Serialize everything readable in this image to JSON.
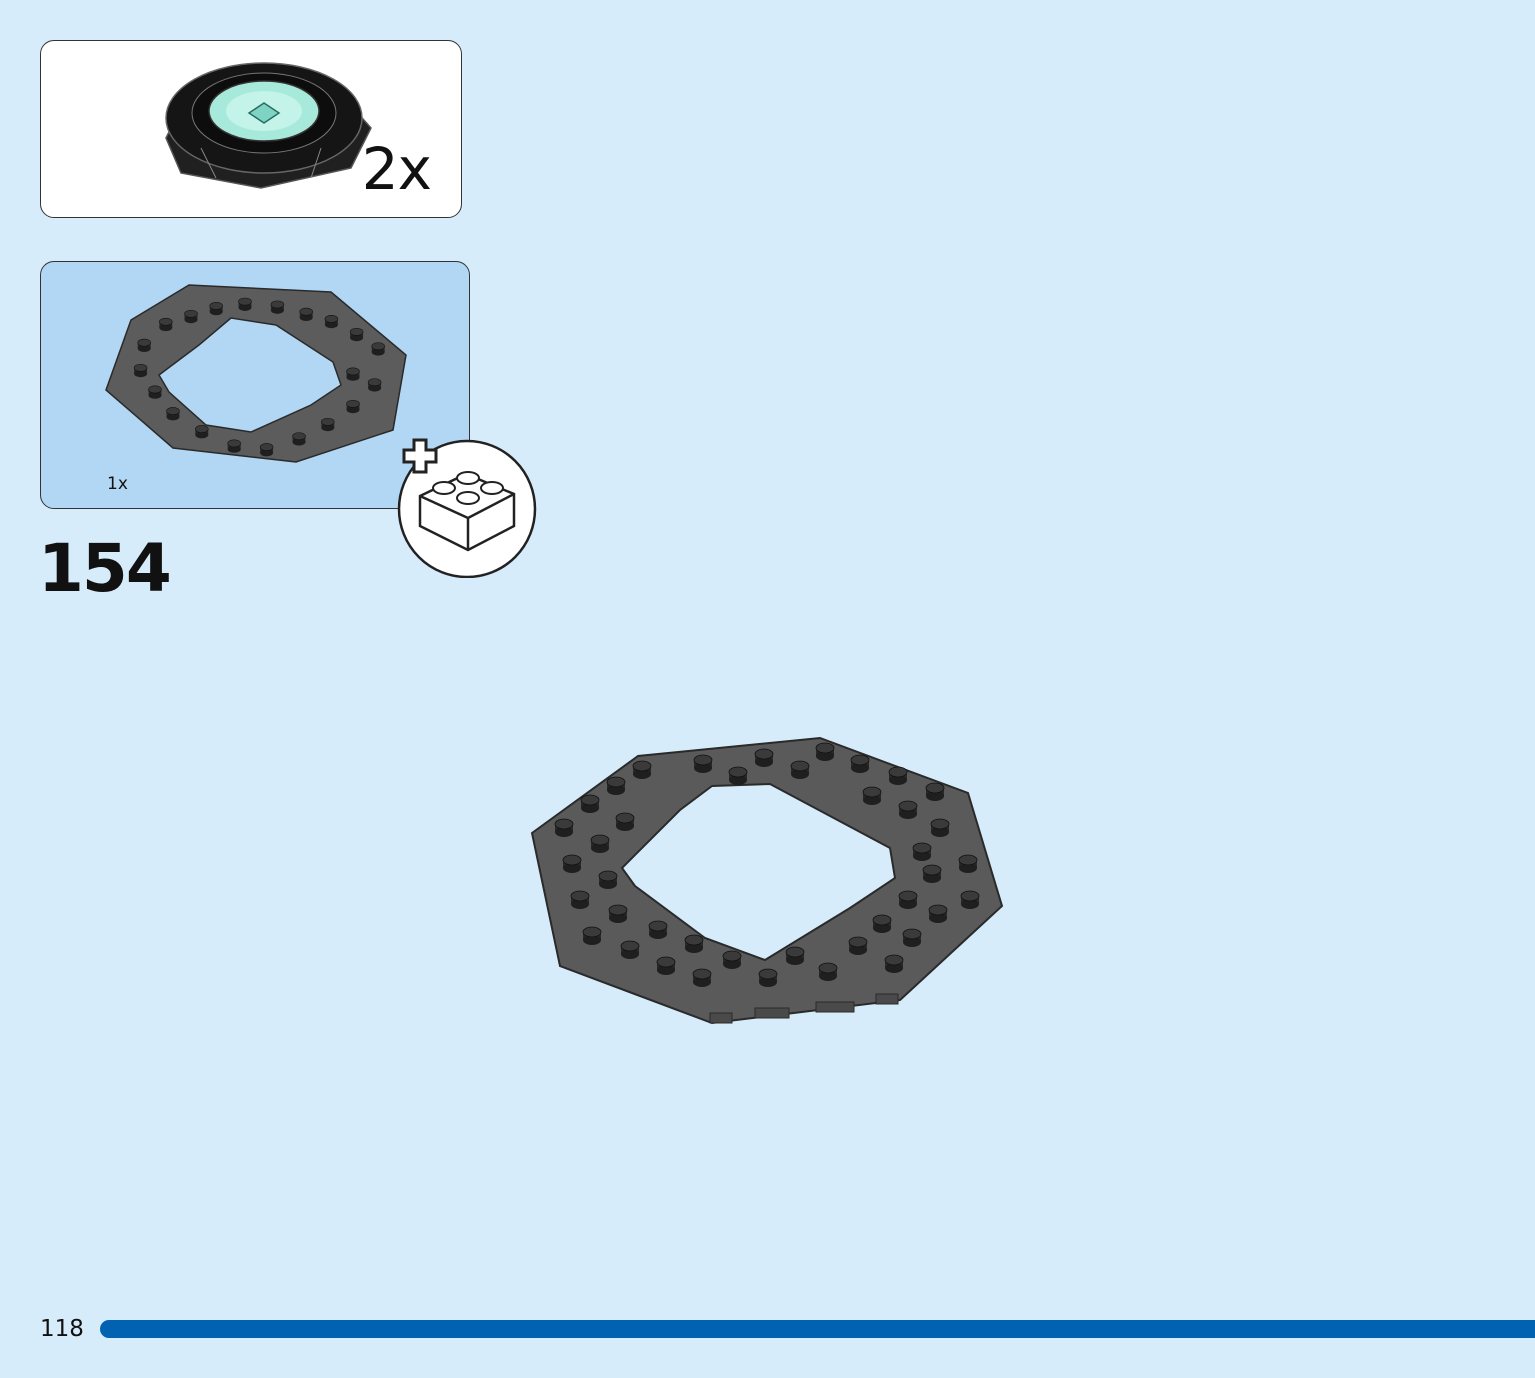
{
  "submodel_callout": {
    "quantity": "2x"
  },
  "parts_list": {
    "items": [
      {
        "quantity": "1x",
        "icon": "octagonal-plate-icon",
        "color": "#5a5a5a"
      }
    ]
  },
  "step": {
    "number": "154"
  },
  "footer": {
    "page_number": "118",
    "progress_bar_color": "#0062b1"
  },
  "colors": {
    "background": "#d6ecfb",
    "parts_list_background": "#b1d7f4",
    "plate_dark_gray": "#5a5a5a"
  }
}
